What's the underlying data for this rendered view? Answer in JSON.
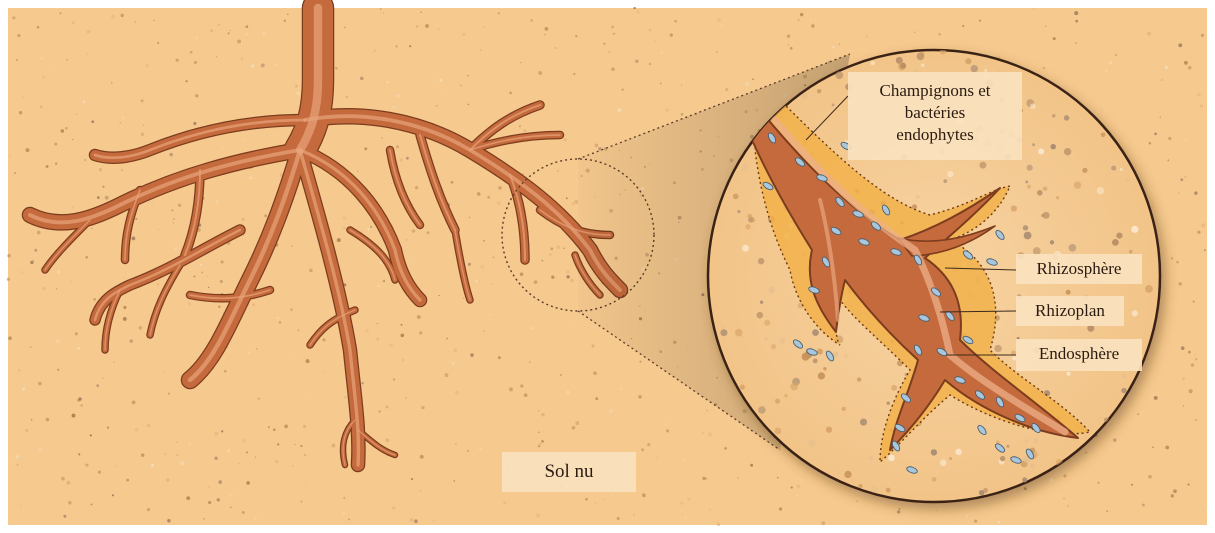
{
  "labels": {
    "endophytes_line1": "Champignons et",
    "endophytes_line2": "bactéries",
    "endophytes_line3": "endophytes",
    "rhizosphere": "Rhizosphère",
    "rhizoplan": "Rhizoplan",
    "endosphere": "Endosphère",
    "bare_soil": "Sol nu"
  },
  "colors": {
    "soil": "#f6c98e",
    "root": "#c46a3c",
    "root_dark": "#7c3c1e",
    "root_highlight": "#eaa47a",
    "rhizosphere_halo": "#f2b24a",
    "bacteria": "#a9c7dc"
  }
}
